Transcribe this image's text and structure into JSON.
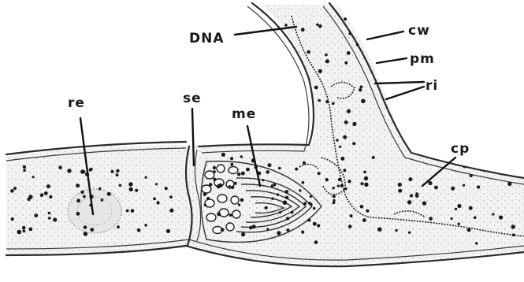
{
  "labels": {
    "dna": "DNA",
    "cw": "cw",
    "pm": "pm",
    "ri": "ri",
    "re": "re",
    "se": "se",
    "me": "me",
    "cp": "cp"
  },
  "colors": {
    "line": "#2a2a2a",
    "cytoplasm": "#f4f4f4",
    "ribosome": "#1a1a1a",
    "stipple": "#9a9a9a"
  }
}
